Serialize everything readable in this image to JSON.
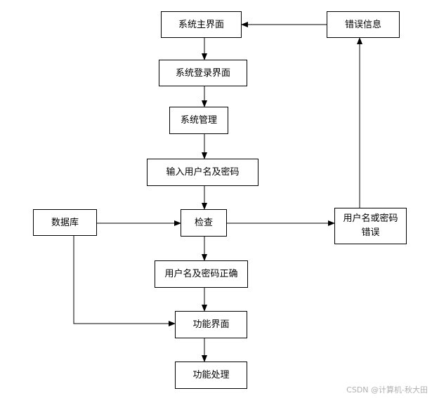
{
  "diagram": {
    "nodes": {
      "system_main": "系统主界面",
      "error_info": "错误信息",
      "system_login": "系统登录界面",
      "system_manage": "系统管理",
      "input_credentials": "输入用户名及密码",
      "database": "数据库",
      "check": "检查",
      "credentials_wrong": "用户名或密码错误",
      "credentials_correct": "用户名及密码正确",
      "function_ui": "功能界面",
      "function_process": "功能处理"
    },
    "edges": [
      {
        "from": "system_main",
        "to": "system_login"
      },
      {
        "from": "system_login",
        "to": "system_manage"
      },
      {
        "from": "system_manage",
        "to": "input_credentials"
      },
      {
        "from": "input_credentials",
        "to": "check"
      },
      {
        "from": "database",
        "to": "check"
      },
      {
        "from": "check",
        "to": "credentials_wrong"
      },
      {
        "from": "credentials_wrong",
        "to": "error_info"
      },
      {
        "from": "error_info",
        "to": "system_main"
      },
      {
        "from": "check",
        "to": "credentials_correct"
      },
      {
        "from": "credentials_correct",
        "to": "function_ui"
      },
      {
        "from": "database",
        "to": "function_ui"
      },
      {
        "from": "function_ui",
        "to": "function_process"
      }
    ]
  },
  "watermark": "CSDN @计算机-秋大田",
  "colors": {
    "line": "#000000",
    "border": "#000000",
    "watermark": "#b0b0b0"
  }
}
